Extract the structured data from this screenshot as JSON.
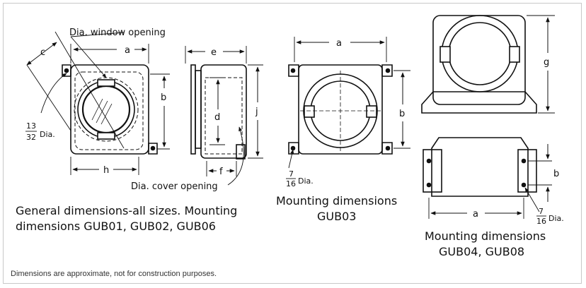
{
  "figure1": {
    "window_label": "Dia. window opening",
    "label_a": "a",
    "label_b": "b",
    "label_c": "c",
    "label_h": "h",
    "hole_dia_num": "13",
    "hole_dia_den": "32",
    "hole_dia_unit": "Dia.",
    "caption_line1": "General dimensions-all sizes. Mounting",
    "caption_line2": "dimensions GUB01, GUB02, GUB06"
  },
  "figure2": {
    "label_e": "e",
    "label_d": "d",
    "label_j": "j",
    "label_f": "f",
    "cover_label": "Dia. cover opening"
  },
  "figure3": {
    "label_a": "a",
    "label_b": "b",
    "hole_dia_num": "7",
    "hole_dia_den": "16",
    "hole_dia_unit": "Dia.",
    "caption_line1": "Mounting dimensions",
    "caption_line2": "GUB03"
  },
  "figure4": {
    "label_g": "g",
    "label_b": "b",
    "label_a": "a",
    "hole_dia_num": "7",
    "hole_dia_den": "16",
    "hole_dia_unit": "Dia.",
    "caption_line1": "Mounting dimensions",
    "caption_line2": "GUB04, GUB08"
  },
  "footnote": "Dimensions are approximate, not for construction purposes."
}
